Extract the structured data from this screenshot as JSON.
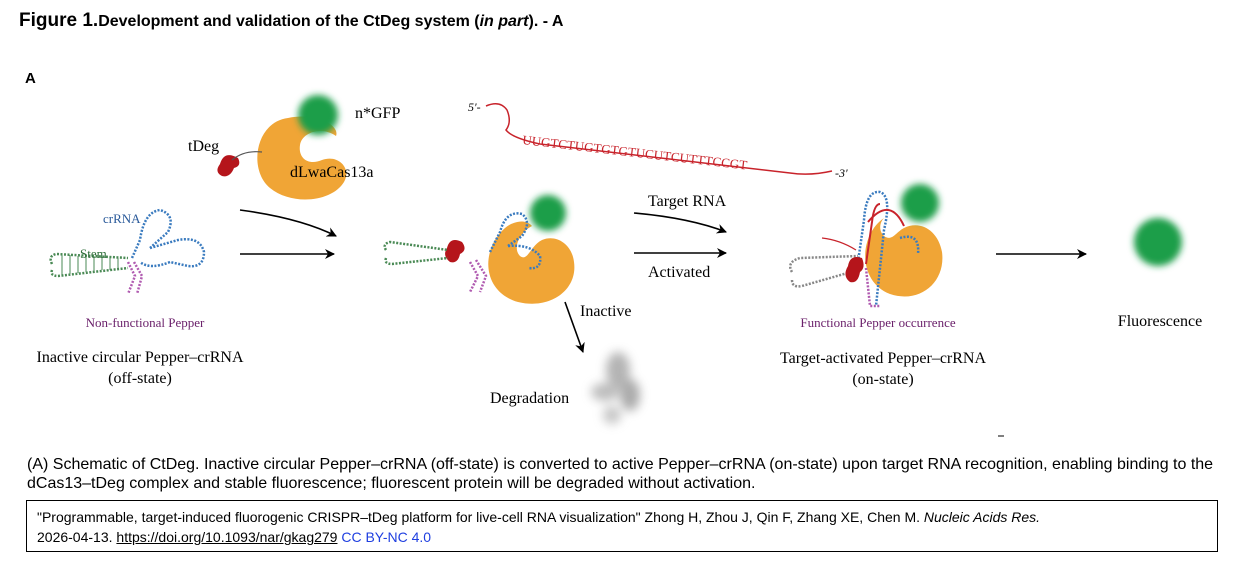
{
  "header": {
    "figure_label": "Figure 1.",
    "title_pre": "Development and validation of the CtDeg system (",
    "title_italic": "in part",
    "title_post": "). - A",
    "panel_letter": "A"
  },
  "diagram": {
    "offstate": {
      "crrna_label": "crRNA",
      "stem_label": "Stem",
      "nonfunctional_label": "Non-functional Pepper",
      "title_line1": "Inactive circular Pepper–crRNA",
      "title_line2": "(off-state)"
    },
    "complex": {
      "tdeg_label": "tDeg",
      "ngfp_label": "n*GFP",
      "cas_label": "dLwaCas13a"
    },
    "degradation": {
      "inactive_label": "Inactive",
      "degradation_label": "Degradation"
    },
    "target": {
      "five_prime": "5'-",
      "sequence": "UUGTCTUGTGTGTUCUTCUTTTCCGT",
      "three_prime": "-3'",
      "target_rna_label": "Target RNA",
      "activated_label": "Activated"
    },
    "onstate": {
      "functional_label": "Functional Pepper occurrence",
      "title_line1": "Target-activated Pepper–crRNA",
      "title_line2": "(on-state)"
    },
    "fluorescence_label": "Fluorescence",
    "colors": {
      "cas": "#f0a536",
      "gfp": "#1e9e4a",
      "tdeg": "#b5151b",
      "target": "#c8232b",
      "purple_text": "#6a1f6a",
      "crrna_blue": "#3a7bbf",
      "stem_green": "#4a8a55",
      "loop_pink": "#b05ab0"
    }
  },
  "caption": "(A) Schematic of CtDeg. Inactive circular Pepper–crRNA (off-state) is converted to active Pepper–crRNA (on-state) upon target RNA recognition, enabling binding to the dCas13–tDeg complex and stable fluorescence; fluorescent protein will be degraded without activation.",
  "citation": {
    "title": "\"Programmable, target-induced fluorogenic CRISPR–tDeg platform for live-cell RNA visualization\"",
    "authors": "Zhong H, Zhou J, Qin F, Zhang XE, Chen M.",
    "journal": "Nucleic Acids Res.",
    "date": "2026-04-13.",
    "doi": "https://doi.org/10.1093/nar/gkag279",
    "license": "CC BY-NC 4.0"
  }
}
